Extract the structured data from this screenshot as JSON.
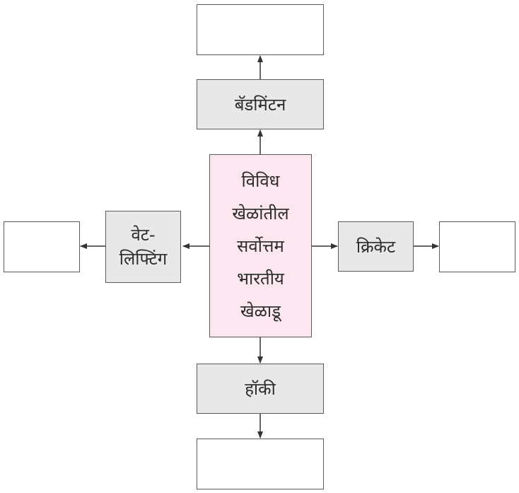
{
  "center": {
    "label": "विविध\nखेळांतील\nसर्वोत्तम\nभारतीय\nखेळाडू"
  },
  "sports": {
    "top": "बॅडमिंटन",
    "left": "वेट-\nलिफ्टिंग",
    "right": "क्रिकेट",
    "bottom": "हॉकी"
  },
  "colors": {
    "center_fill": "#fce6ef",
    "sport_fill": "#e8e8e8",
    "blank_fill": "#ffffff",
    "border": "#5a5a5a",
    "arrow": "#333333"
  }
}
